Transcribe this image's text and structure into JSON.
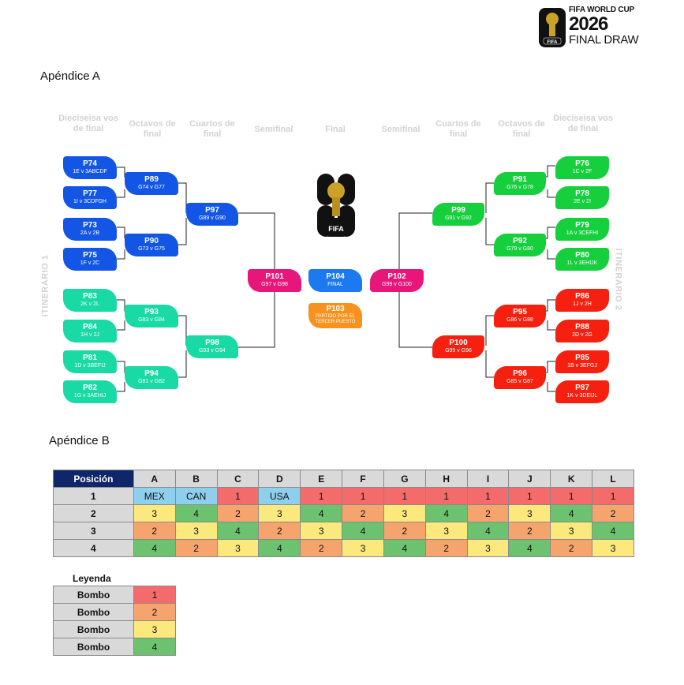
{
  "logo": {
    "line1": "FIFA WORLD CUP",
    "line2": "2026",
    "line3": "FINAL DRAW",
    "mark_text": "FIFA"
  },
  "appendix_a": "Apéndice A",
  "appendix_b": "Apéndice B",
  "columns": {
    "r32": "Dieciseisa vos de final",
    "r16": "Octavos de final",
    "qf": "Cuartos de final",
    "sf": "Semifinal",
    "f": "Final"
  },
  "itinerario1": "ITINERARIO 1",
  "itinerario2": "ITINERARIO 2",
  "trophy_text": "FIFA",
  "matches": {
    "P74": {
      "code": "P74",
      "desc": "1E v 3ABCDF"
    },
    "P77": {
      "code": "P77",
      "desc": "1I v 3CDFGH"
    },
    "P73": {
      "code": "P73",
      "desc": "2A v 2B"
    },
    "P75": {
      "code": "P75",
      "desc": "1F v 2C"
    },
    "P83": {
      "code": "P83",
      "desc": "2K v 2L"
    },
    "P84": {
      "code": "P84",
      "desc": "1H v 2J"
    },
    "P81": {
      "code": "P81",
      "desc": "1D v 3BEFIJ"
    },
    "P82": {
      "code": "P82",
      "desc": "1G v 3AEHIJ"
    },
    "P89": {
      "code": "P89",
      "desc": "G74 v G77"
    },
    "P90": {
      "code": "P90",
      "desc": "G73 v G75"
    },
    "P93": {
      "code": "P93",
      "desc": "G83 v G84"
    },
    "P94": {
      "code": "P94",
      "desc": "G81 v G82"
    },
    "P97": {
      "code": "P97",
      "desc": "G89 v G90"
    },
    "P98": {
      "code": "P98",
      "desc": "G93 v G94"
    },
    "P101": {
      "code": "P101",
      "desc": "G97 v G98"
    },
    "P104": {
      "code": "P104",
      "desc": "FINAL"
    },
    "P103": {
      "code": "P103",
      "desc": "PARTIDO POR EL TERCER PUESTO"
    },
    "P102": {
      "code": "P102",
      "desc": "G99 v G100"
    },
    "P99": {
      "code": "P99",
      "desc": "G91 v G92"
    },
    "P100": {
      "code": "P100",
      "desc": "G95 v G96"
    },
    "P91": {
      "code": "P91",
      "desc": "G76 v G78"
    },
    "P92": {
      "code": "P92",
      "desc": "G79 v G80"
    },
    "P95": {
      "code": "P95",
      "desc": "G86 v G88"
    },
    "P96": {
      "code": "P96",
      "desc": "G85 v G87"
    },
    "P76": {
      "code": "P76",
      "desc": "1C v 2F"
    },
    "P78": {
      "code": "P78",
      "desc": "2E v 2I"
    },
    "P79": {
      "code": "P79",
      "desc": "1A v 3CEFHI"
    },
    "P80": {
      "code": "P80",
      "desc": "1L v 3EHIJK"
    },
    "P86": {
      "code": "P86",
      "desc": "1J v 2H"
    },
    "P88": {
      "code": "P88",
      "desc": "2D v 2G"
    },
    "P85": {
      "code": "P85",
      "desc": "1B v 3EFGJ"
    },
    "P87": {
      "code": "P87",
      "desc": "1K v 3DEIJL"
    }
  },
  "table": {
    "position_label": "Posición",
    "groups": [
      "A",
      "B",
      "C",
      "D",
      "E",
      "F",
      "G",
      "H",
      "I",
      "J",
      "K",
      "L"
    ],
    "rows": [
      {
        "pos": "1",
        "cells": [
          "MEX",
          "CAN",
          "1",
          "USA",
          "1",
          "1",
          "1",
          "1",
          "1",
          "1",
          "1",
          "1"
        ],
        "classes": [
          "chost",
          "chost",
          "c1",
          "chost",
          "c1",
          "c1",
          "c1",
          "c1",
          "c1",
          "c1",
          "c1",
          "c1"
        ]
      },
      {
        "pos": "2",
        "cells": [
          "3",
          "4",
          "2",
          "3",
          "4",
          "2",
          "3",
          "4",
          "2",
          "3",
          "4",
          "2"
        ]
      },
      {
        "pos": "3",
        "cells": [
          "2",
          "3",
          "4",
          "2",
          "3",
          "4",
          "2",
          "3",
          "4",
          "2",
          "3",
          "4"
        ]
      },
      {
        "pos": "4",
        "cells": [
          "4",
          "2",
          "3",
          "4",
          "2",
          "3",
          "4",
          "2",
          "3",
          "4",
          "2",
          "3"
        ]
      }
    ]
  },
  "legend": {
    "title": "Leyenda",
    "rows": [
      {
        "label": "Bombo",
        "value": "1"
      },
      {
        "label": "Bombo",
        "value": "2"
      },
      {
        "label": "Bombo",
        "value": "3"
      },
      {
        "label": "Bombo",
        "value": "4"
      }
    ]
  },
  "colors": {
    "host": "#8fcfee",
    "pot1": "#f36b6b",
    "pot2": "#f6a46d",
    "pot3": "#fbe97d",
    "pot4": "#6cc26e"
  }
}
